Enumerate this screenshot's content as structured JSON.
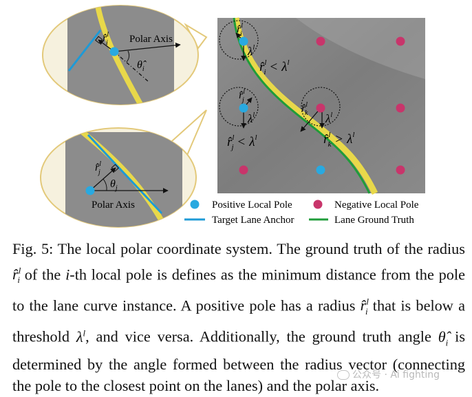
{
  "figure": {
    "colors": {
      "positive_pole": "#29a9e0",
      "negative_pole": "#c8356b",
      "target_lane_anchor": "#1e9ad6",
      "lane_ground_truth": "#1f9c3a",
      "lane_marking": "#e8d84a",
      "bubble_border": "#e3c97a"
    },
    "callout_top": {
      "axis_label": "Polar Axis",
      "radius_label": "r̂",
      "angle_label": "θ̂",
      "sub": "i",
      "sup": "l"
    },
    "callout_bottom": {
      "axis_label": "Polar Axis",
      "radius_label": "r̂",
      "angle_label": "θ",
      "sub": "j",
      "sup": "l"
    },
    "grid": {
      "pole_i": {
        "radius": "r̂",
        "sub": "i",
        "sup": "l",
        "lambda": "λ",
        "lambda_sup": "l",
        "relation": "r̂",
        "relation_sub": "i",
        "relation_sup": "l",
        "op": "<",
        "threshold": "λ",
        "threshold_sup": "l"
      },
      "pole_j": {
        "radius": "r̂",
        "sub": "j",
        "sup": "l",
        "lambda": "λ",
        "lambda_sup": "l",
        "relation": "r̂",
        "relation_sub": "j",
        "relation_sup": "l",
        "op": "<",
        "threshold": "λ",
        "threshold_sup": "l"
      },
      "pole_k": {
        "radius": "r̂",
        "sub": "k",
        "sup": "l",
        "lambda": "λ",
        "lambda_sup": "l",
        "relation": "r̂",
        "relation_sub": "k",
        "relation_sup": "l",
        "op": ">",
        "threshold": "λ",
        "threshold_sup": "l"
      }
    },
    "legend": {
      "positive_local_pole": "Positive Local Pole",
      "negative_local_pole": "Negative Local Pole",
      "target_lane_anchor": "Target Lane Anchor",
      "lane_ground_truth": "Lane Ground Truth"
    }
  },
  "caption": {
    "prefix": "Fig. 5: The local polar coordinate system. The ground truth of the radius ",
    "sym_r1": "r̂",
    "sym_r1_sub": "i",
    "sym_r1_sup": "l",
    "part2": " of the ",
    "ital_i": "i",
    "part3": "-th local pole is defines as the minimum distance from the pole to the lane curve instance. A positive pole has a radius ",
    "sym_r2": "r̂",
    "sym_r2_sub": "i",
    "sym_r2_sup": "l",
    "part4": " that is below a threshold ",
    "sym_lambda": "λ",
    "sym_lambda_sup": "l",
    "part5": ", and vice versa. Additionally, the ground truth angle ",
    "sym_theta": "θ̂",
    "sym_theta_sub": "i",
    "part6": " is determined by the angle formed between the radius vector (connecting the pole to the closest point on the lanes) and the polar axis."
  },
  "watermark": {
    "text": "公众号 · Ai fighting"
  }
}
